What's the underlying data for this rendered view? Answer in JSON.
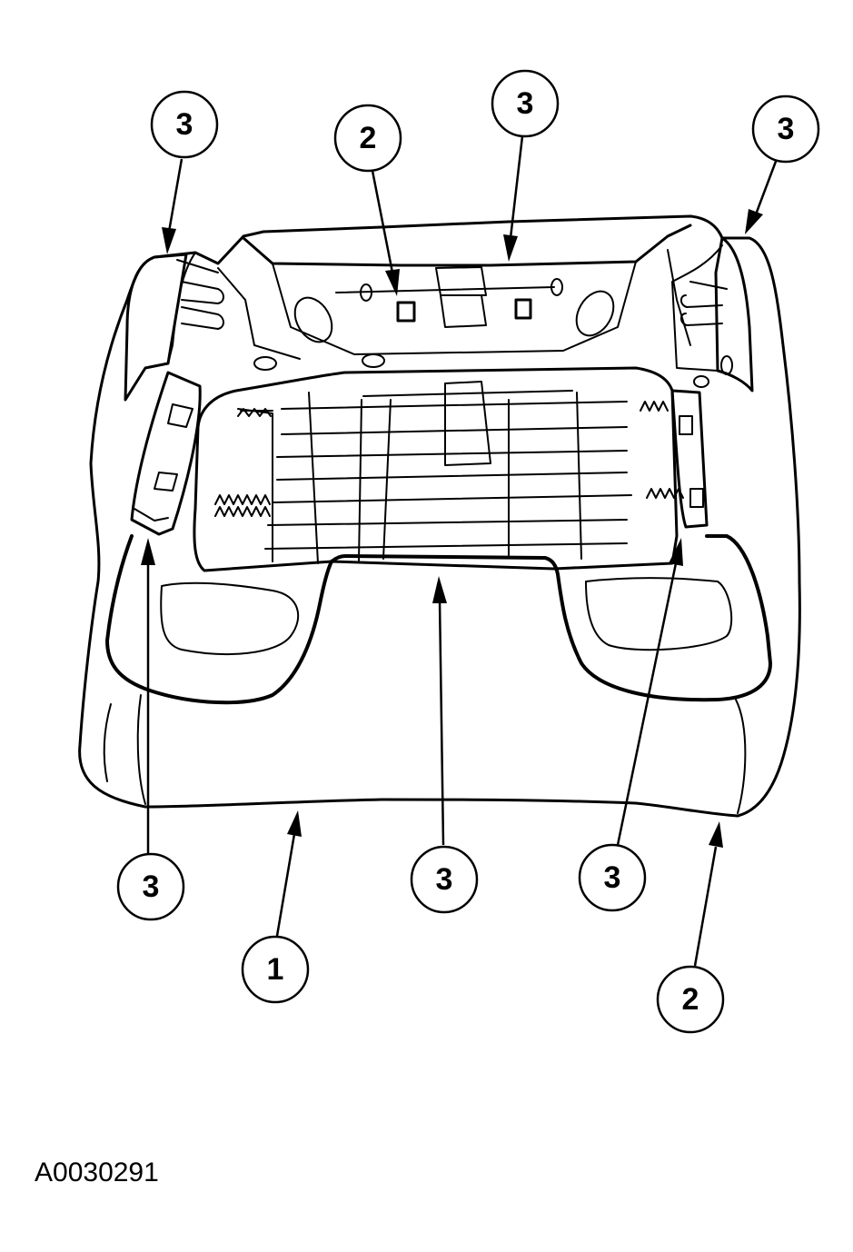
{
  "callouts": [
    {
      "label": "3"
    },
    {
      "label": "2"
    },
    {
      "label": "3"
    },
    {
      "label": "3"
    },
    {
      "label": "3"
    },
    {
      "label": "3"
    },
    {
      "label": "3"
    },
    {
      "label": "1"
    },
    {
      "label": "2"
    }
  ],
  "figure_id": "A0030291"
}
